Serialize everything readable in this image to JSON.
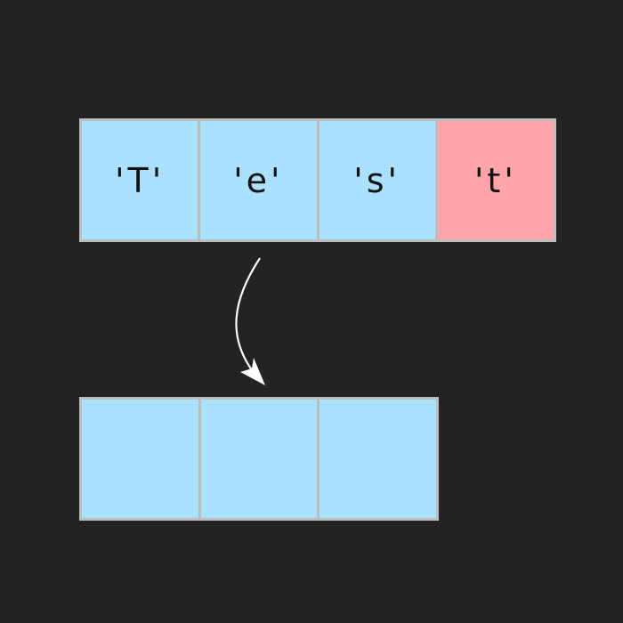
{
  "colors": {
    "background": "#222325",
    "cell_border": "#bdbdbd",
    "cell_kept": "#aae1ff",
    "cell_removed": "#ffa5aa",
    "arrow": "#ffffff"
  },
  "source_row": {
    "cells": [
      {
        "label": "'T'",
        "state": "kept"
      },
      {
        "label": "'e'",
        "state": "kept"
      },
      {
        "label": "'s'",
        "state": "kept"
      },
      {
        "label": "'t'",
        "state": "removed"
      }
    ]
  },
  "target_row": {
    "cells": [
      {
        "label": "",
        "state": "kept"
      },
      {
        "label": "",
        "state": "kept"
      },
      {
        "label": "",
        "state": "kept"
      }
    ]
  },
  "arrow_icon": "curved-arrow-down"
}
